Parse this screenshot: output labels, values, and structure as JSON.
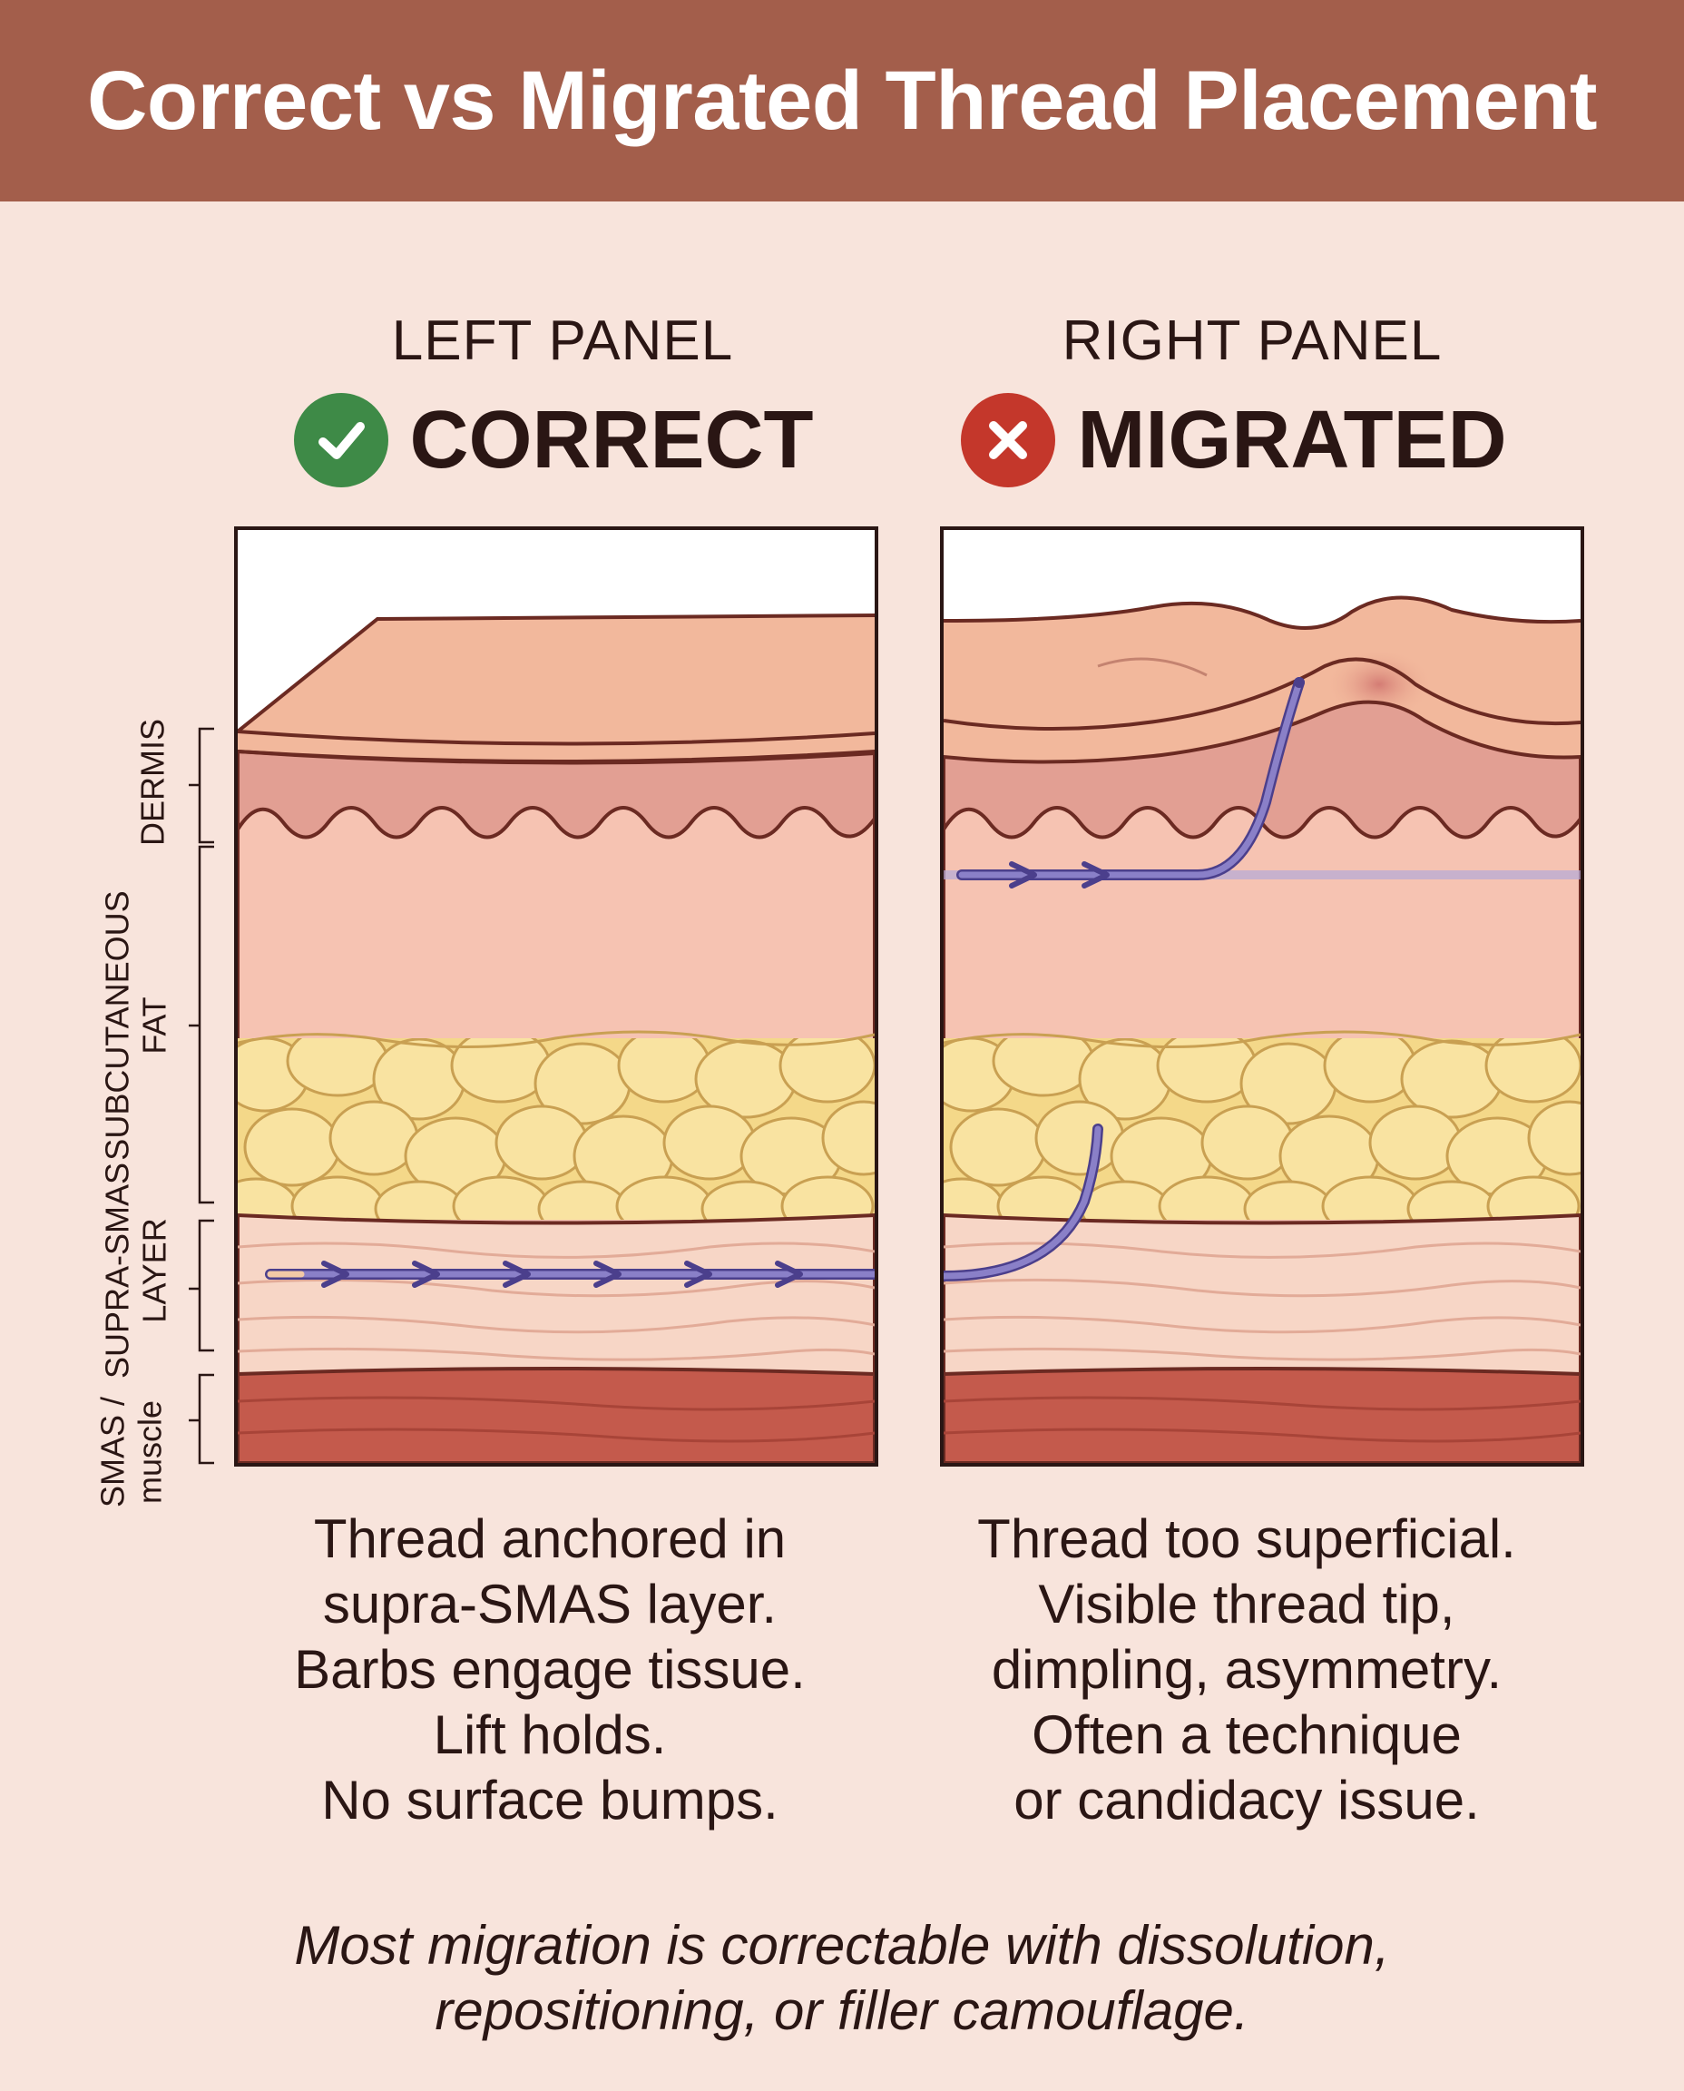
{
  "title": "Correct vs Migrated Thread Placement",
  "layers": {
    "dermis": "DERMIS",
    "subcutaneous_fat": [
      "SUBCUTANEOUS",
      "FAT"
    ],
    "supra_smas": [
      "SUPRA-SMAS",
      "LAYER"
    ],
    "smas_muscle": [
      "SMAS /",
      "muscle"
    ]
  },
  "left_panel": {
    "label": "LEFT PANEL",
    "verdict": "CORRECT",
    "status_icon": "check-circle-icon",
    "caption": [
      "Thread anchored in",
      "supra-SMAS layer.",
      "Barbs engage tissue.",
      "Lift holds.",
      "No surface bumps."
    ]
  },
  "right_panel": {
    "label": "RIGHT PANEL",
    "verdict": "MIGRATED",
    "status_icon": "x-circle-icon",
    "caption": [
      "Thread too superficial.",
      "Visible thread tip,",
      "dimpling, asymmetry.",
      "Often a technique",
      "or candidacy issue."
    ]
  },
  "footer": [
    "Most migration is correctable with dissolution,",
    "repositioning, or filler camouflage."
  ],
  "colors": {
    "header": "#a35e4b",
    "background": "#f8e4dc",
    "correct": "#3e8a47",
    "migrated": "#c4372b",
    "thread": "#7a6fb8",
    "dermis": "#e09a8e",
    "fat": "#f7df97",
    "muscle": "#c45a4c"
  }
}
